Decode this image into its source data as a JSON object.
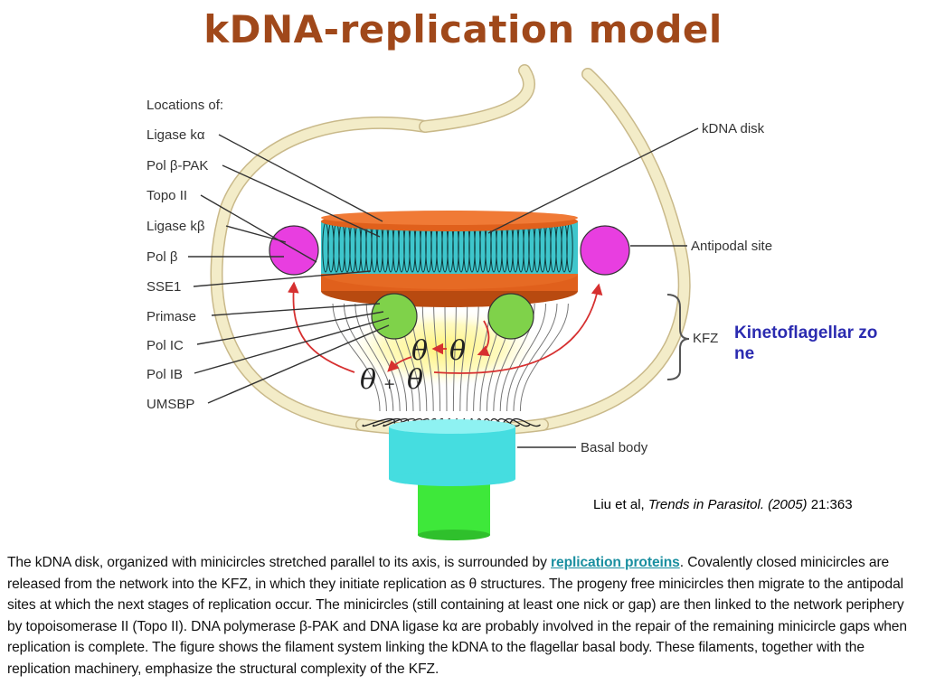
{
  "title": "kDNA-replication model",
  "figure": {
    "locations_heading": "Locations of:",
    "locations": [
      "Ligase kα",
      "Pol β-PAK",
      "Topo II",
      "Ligase kβ",
      "Pol β",
      "SSE1",
      "Primase",
      "Pol IC",
      "Pol IB",
      "UMSBP"
    ],
    "right_labels": {
      "kdna_disk": "kDNA disk",
      "antipodal_site": "Antipodal site",
      "kfz": "KFZ",
      "basal_body": "Basal body"
    },
    "theta_symbol": "θ",
    "plus_symbol": "+",
    "colors": {
      "membrane": "#f3ecc8",
      "disk_orange": "#e0601c",
      "minicircle_cyan": "#3ec6cc",
      "antipodal_magenta": "#e83ee0",
      "kfz_green": "#7fd24a",
      "basal_cyan": "#45dde0",
      "basal_green": "#3ee83a",
      "arrow_red": "#d63030",
      "kfz_glow": "#fff37a"
    }
  },
  "kfz_note": "Kinetoflagellar zone",
  "citation": {
    "authors": "Liu et al,",
    "journal": "Trends in Parasitol. (2005)",
    "ref": "21:363"
  },
  "caption": {
    "part1": "The kDNA disk, organized with minicircles stretched parallel to its axis, is surrounded by ",
    "link": "replication proteins",
    "part2": ". Covalently closed minicircles are released from the network into the KFZ, in which they initiate replication as θ structures. The progeny free minicircles then migrate to the antipodal sites at which the next stages of replication occur. The minicircles (still containing at least one nick or gap) are then linked to the network periphery by topoisomerase II (Topo II). DNA polymerase β-PAK and DNA ligase kα are probably involved in the repair of the remaining minicircle gaps when replication is complete. The figure shows the filament system linking the kDNA to the flagellar basal body. These filaments, together with the replication machinery, emphasize the structural complexity of the KFZ."
  }
}
